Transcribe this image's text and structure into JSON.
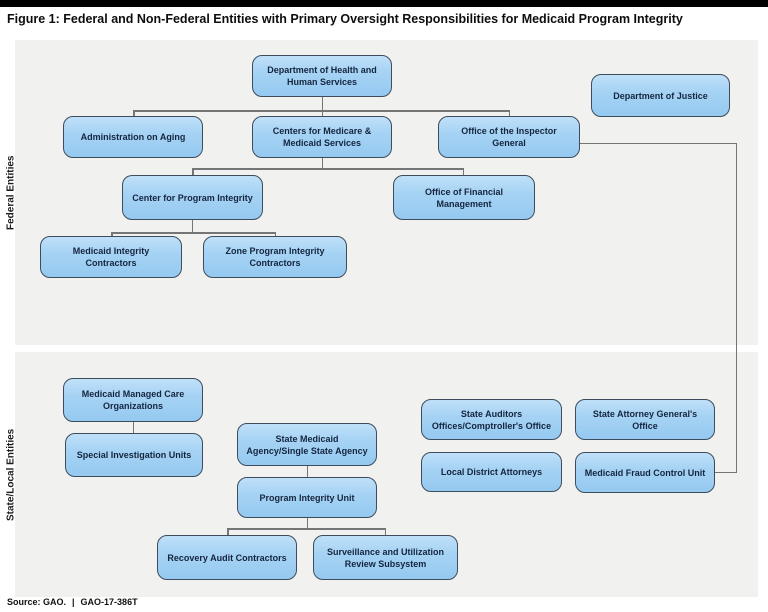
{
  "title": "Figure 1: Federal and Non-Federal Entities with Primary Oversight Responsibilities for Medicaid Program Integrity",
  "sections": {
    "federal": {
      "label": "Federal Entities"
    },
    "state_local": {
      "label": "State/Local Entities"
    }
  },
  "nodes": {
    "dhhs": "Department of Health and Human Services",
    "doj": "Department of Justice",
    "aoa": "Administration on Aging",
    "cms": "Centers for Medicare & Medicaid Services",
    "oig": "Office of the Inspector General",
    "cpi": "Center for Program Integrity",
    "ofm": "Office of Financial Management",
    "mic": "Medicaid Integrity Contractors",
    "zpic": "Zone Program Integrity Contractors",
    "mmco": "Medicaid Managed Care Organizations",
    "siu": "Special Investigation Units",
    "sma": "State Medicaid Agency/Single State Agency",
    "piu": "Program Integrity Unit",
    "rac": "Recovery Audit Contractors",
    "surs": "Surveillance and Utilization Review Subsystem",
    "sao": "State Auditors Offices/Comptroller's Office",
    "sago": "State Attorney General's Office",
    "lda": "Local District Attorneys",
    "mfcu": "Medicaid Fraud Control Unit"
  },
  "edges": [
    {
      "from": "dhhs",
      "to": "aoa"
    },
    {
      "from": "dhhs",
      "to": "cms"
    },
    {
      "from": "dhhs",
      "to": "oig"
    },
    {
      "from": "cms",
      "to": "cpi"
    },
    {
      "from": "cms",
      "to": "ofm"
    },
    {
      "from": "cpi",
      "to": "mic"
    },
    {
      "from": "cpi",
      "to": "zpic"
    },
    {
      "from": "oig",
      "to": "mfcu"
    },
    {
      "from": "mmco",
      "to": "siu"
    },
    {
      "from": "sma",
      "to": "piu"
    },
    {
      "from": "piu",
      "to": "rac"
    },
    {
      "from": "piu",
      "to": "surs"
    }
  ],
  "footer": {
    "source": "Source: GAO.",
    "divider": "|",
    "report_id": "GAO-17-386T"
  },
  "palette": {
    "box_fill": "#a6d3f4",
    "box_border": "#3f4c5c",
    "box_text": "#15253f",
    "panel_bg": "#f1f1ef",
    "connector": "#757575",
    "header_bar": "#000000"
  }
}
